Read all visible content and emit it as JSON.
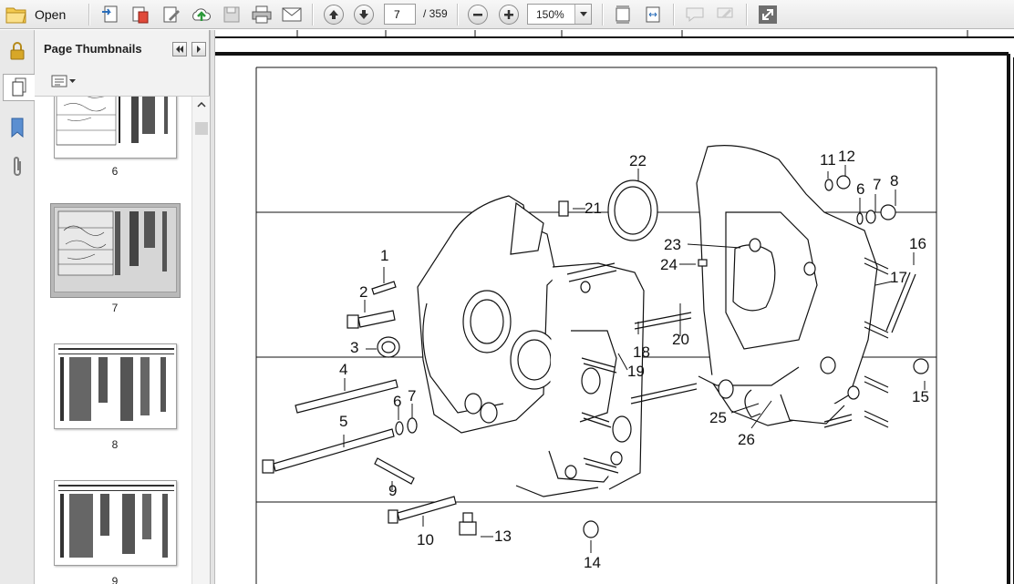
{
  "toolbar": {
    "open_label": "Open",
    "current_page": "7",
    "page_total": "/ 359",
    "zoom_value": "150%"
  },
  "panel": {
    "title": "Page Thumbnails",
    "thumbnails": [
      {
        "label": "6",
        "selected": false
      },
      {
        "label": "7",
        "selected": true
      },
      {
        "label": "8",
        "selected": false
      },
      {
        "label": "9",
        "selected": false
      }
    ]
  },
  "diagram": {
    "callouts": [
      "1",
      "2",
      "3",
      "4",
      "5",
      "6",
      "7",
      "9",
      "10",
      "13",
      "14",
      "18",
      "19",
      "20",
      "21",
      "22",
      "23",
      "24",
      "25",
      "26",
      "11",
      "12",
      "6",
      "7",
      "8",
      "16",
      "17",
      "15"
    ]
  },
  "colors": {
    "toolbar_bg": "#ececec",
    "panel_bg": "#f2f2f2",
    "selected_thumb": "#b9b9b9",
    "ink": "#111111"
  }
}
